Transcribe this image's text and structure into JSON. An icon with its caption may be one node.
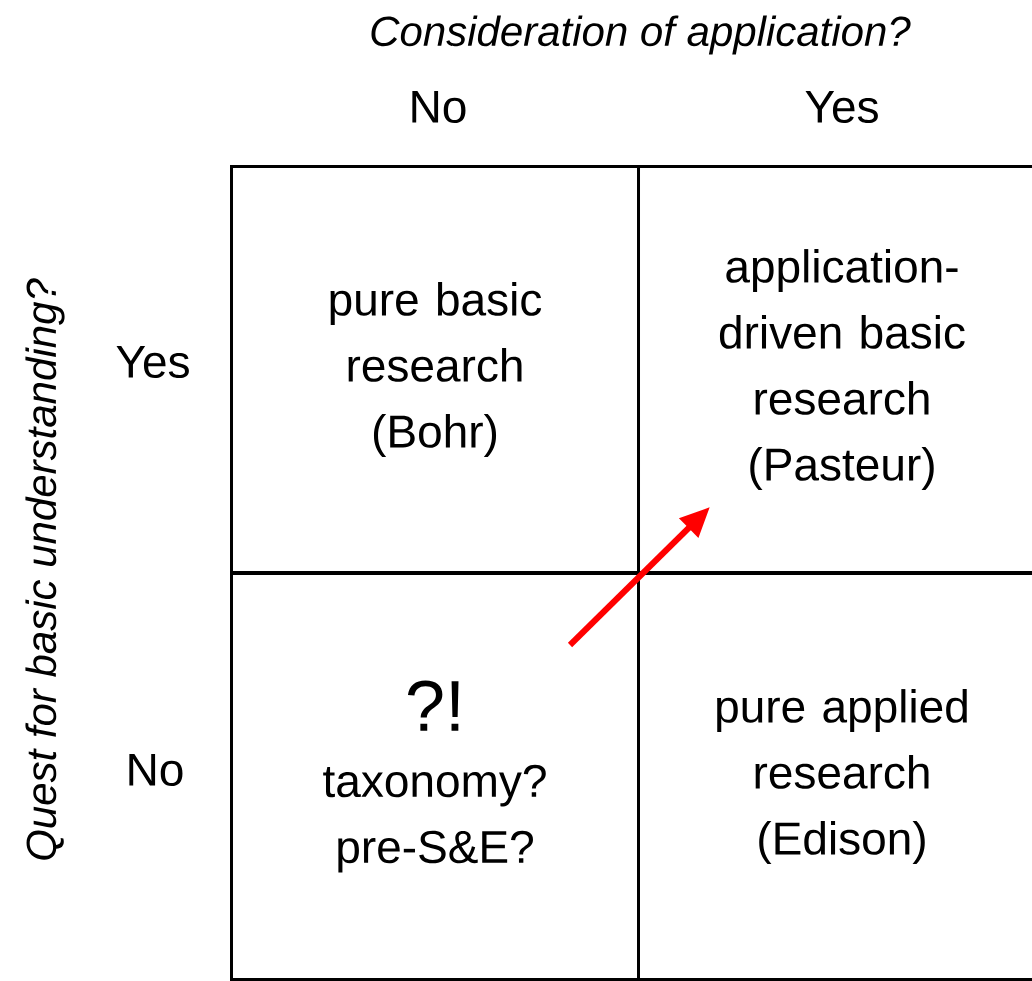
{
  "diagram": {
    "nodes": [
      {
        "text": [
          "pure basic research (Bohr)"
        ]
      },
      {
        "text": [
          "application- driven basic research (Pasteur)"
        ]
      },
      {
        "text": [
          "?!",
          "taxonomy? pre-S&E?"
        ]
      },
      {
        "text": [
          "pure applied research (Edison)"
        ]
      }
    ],
    "edges": [
      {
        "from": 2,
        "to": 1,
        "arrow": "to",
        "color": "#ff0000"
      }
    ],
    "labels": [
      "Consideration of application?",
      "No",
      "Yes",
      "Quest for basic understanding?",
      "Yes",
      "No"
    ]
  }
}
